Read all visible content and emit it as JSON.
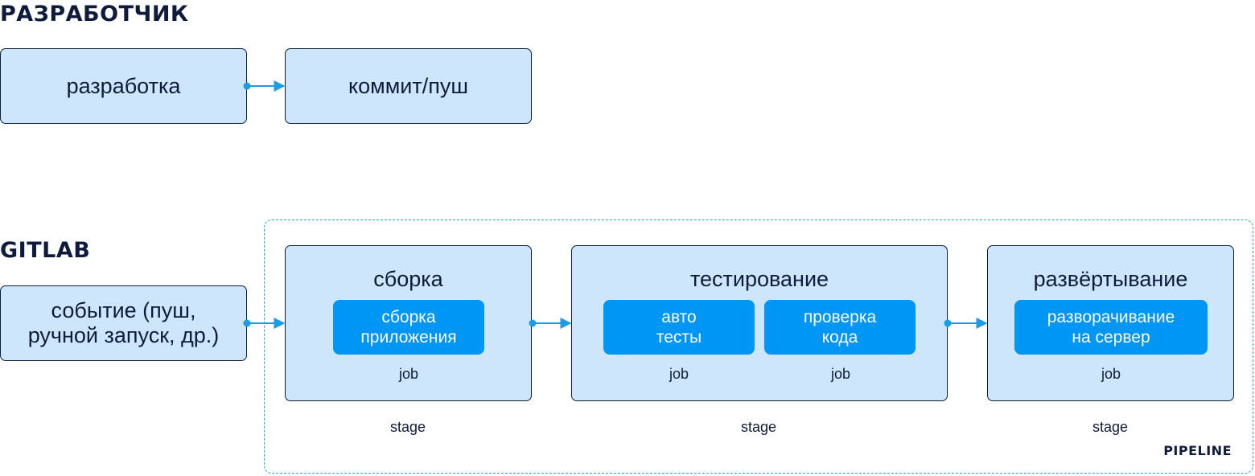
{
  "developer": {
    "heading": "РАЗРАБОТЧИК",
    "steps": [
      "разработка",
      "коммит/пуш"
    ]
  },
  "gitlab": {
    "heading": "GITLAB",
    "event": "событие (пуш,\nручной запуск, др.)"
  },
  "pipeline": {
    "label": "PIPELINE",
    "stages": [
      {
        "title": "сборка",
        "caption": "stage",
        "jobs": [
          {
            "name": "сборка\nприложения",
            "caption": "job"
          }
        ]
      },
      {
        "title": "тестирование",
        "caption": "stage",
        "jobs": [
          {
            "name": "авто\nтесты",
            "caption": "job"
          },
          {
            "name": "проверка\nкода",
            "caption": "job"
          }
        ]
      },
      {
        "title": "развёртывание",
        "caption": "stage",
        "jobs": [
          {
            "name": "разворачивание\nна сервер",
            "caption": "job"
          }
        ]
      }
    ]
  },
  "colors": {
    "box_fill": "#cde6fb",
    "job_fill": "#0096f5",
    "text": "#0f1b3d",
    "accent": "#2a9fe6"
  }
}
